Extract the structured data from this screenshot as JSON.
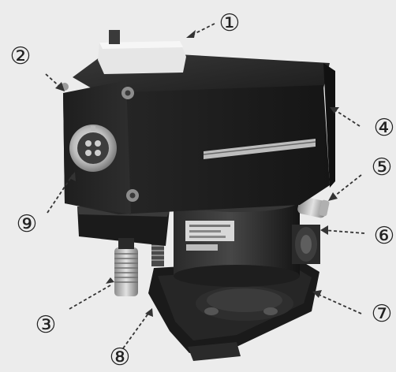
{
  "callouts": [
    {
      "label": "①"
    },
    {
      "label": "②"
    },
    {
      "label": "③"
    },
    {
      "label": "④"
    },
    {
      "label": "⑤"
    },
    {
      "label": "⑥"
    },
    {
      "label": "⑦"
    },
    {
      "label": "⑧"
    },
    {
      "label": "⑨"
    }
  ],
  "colors": {
    "background": "#ececec",
    "body_dark": "#1b1b1b",
    "body_mid": "#2c2c2c",
    "metal_light": "#c9c9c9",
    "leader_line": "#333333"
  }
}
